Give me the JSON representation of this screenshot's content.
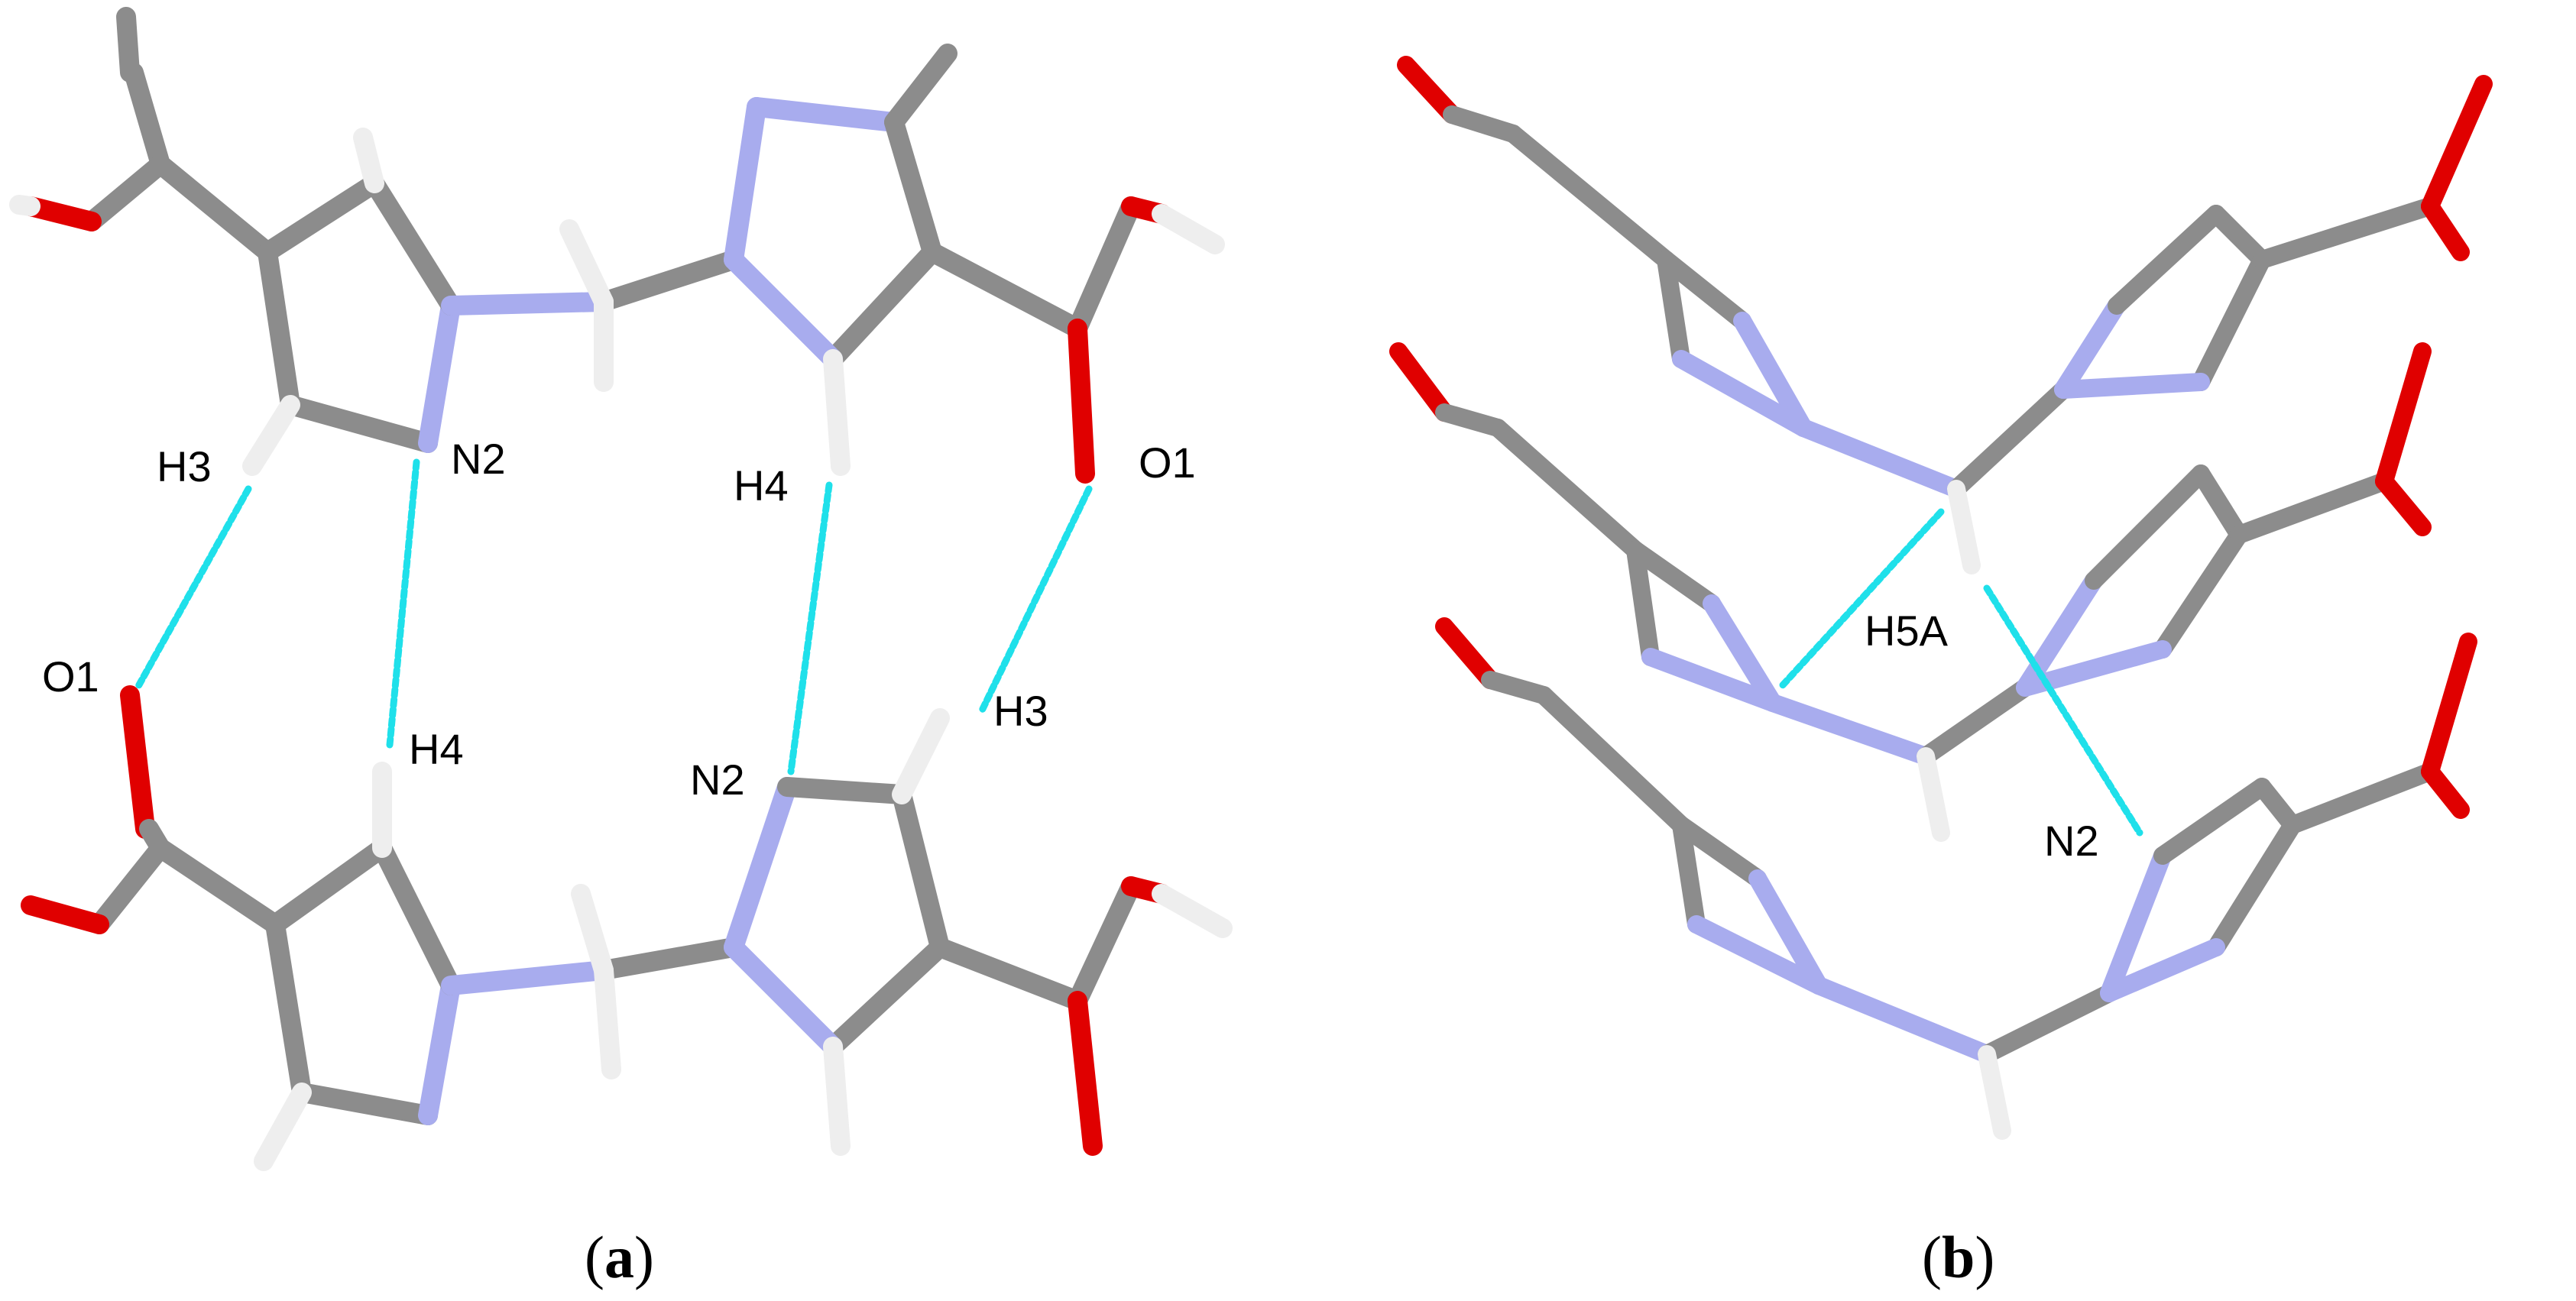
{
  "colors": {
    "carbon": "#8c8c8c",
    "nitrogen": "#a8acee",
    "oxygen": "#e00000",
    "hydrogen": "#eeeeee",
    "hydrogen_bond": "#1fe0ea",
    "background": "#ffffff"
  },
  "panel_a": {
    "caption_open": "(",
    "caption_letter": "a",
    "caption_close": ")",
    "labels": {
      "h3_top_left": "H3",
      "n2_top_left": "N2",
      "h4_top_right": "H4",
      "o1_top_right": "O1",
      "o1_bottom_left": "O1",
      "h4_bottom_left": "H4",
      "n2_bottom_right": "N2",
      "h3_bottom_right": "H3"
    }
  },
  "panel_b": {
    "caption_open": "(",
    "caption_letter": "b",
    "caption_close": ")",
    "labels": {
      "h5a": "H5A",
      "n2": "N2"
    }
  }
}
